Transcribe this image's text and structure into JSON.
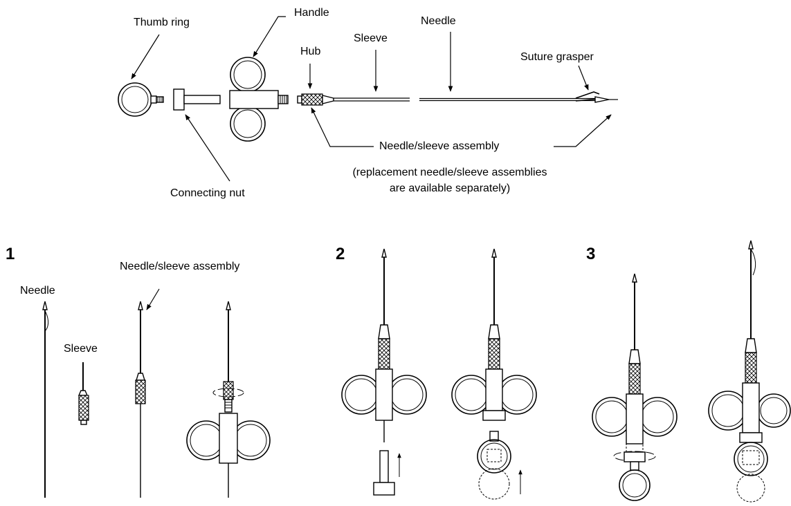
{
  "labels": {
    "thumb_ring": "Thumb ring",
    "handle": "Handle",
    "hub": "Hub",
    "sleeve": "Sleeve",
    "needle": "Needle",
    "suture_grasper": "Suture grasper",
    "assembly": "Needle/sleeve assembly",
    "note_line1": "(replacement needle/sleeve assemblies",
    "note_line2": "are available separately)",
    "connecting_nut": "Connecting nut"
  },
  "steps": {
    "one": {
      "number": "1",
      "needle": "Needle",
      "sleeve": "Sleeve",
      "assembly": "Needle/sleeve assembly"
    },
    "two": {
      "number": "2"
    },
    "three": {
      "number": "3"
    }
  }
}
